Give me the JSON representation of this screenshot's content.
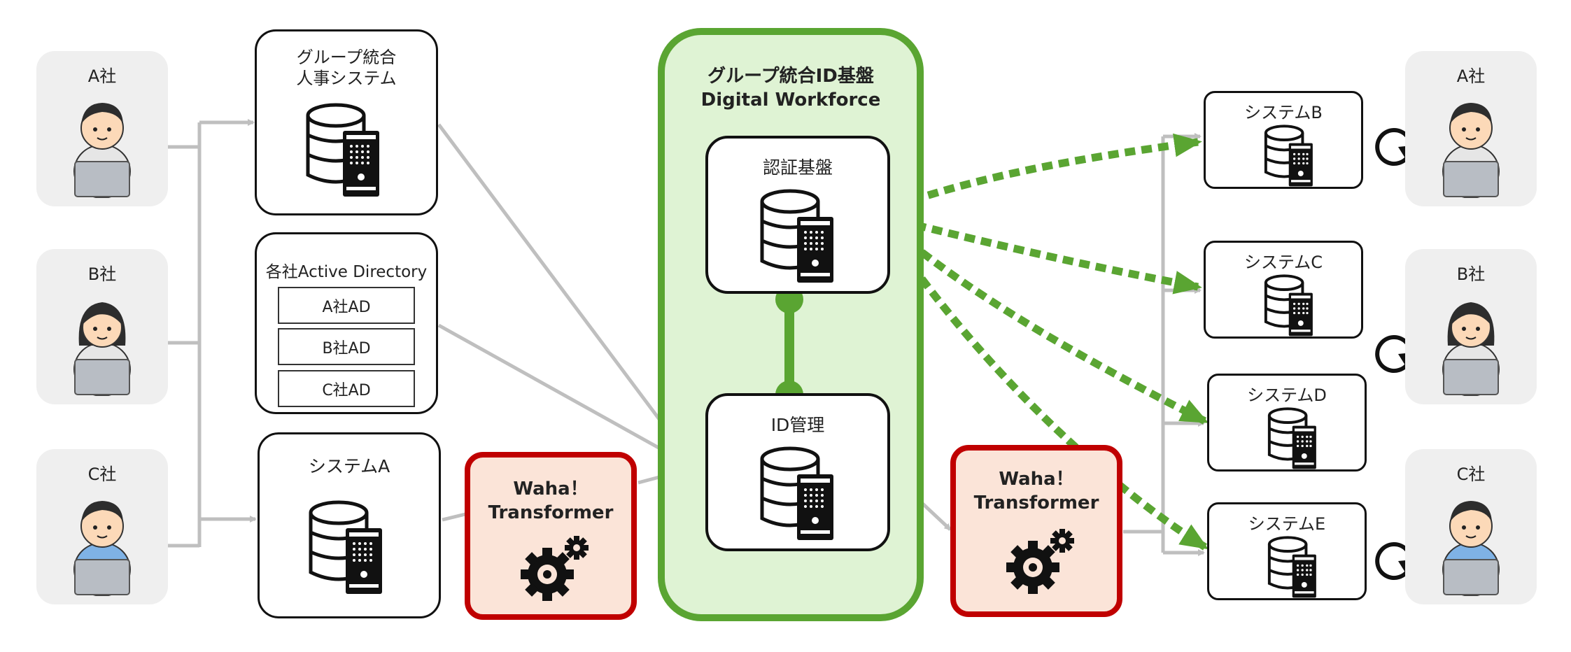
{
  "left_users": [
    {
      "label": "A社",
      "shirt": "#e6e6e6"
    },
    {
      "label": "B社",
      "shirt": "#e6e6e6"
    },
    {
      "label": "C社",
      "shirt": "#7fb2e5"
    }
  ],
  "right_users": [
    {
      "label": "A社",
      "shirt": "#e6e6e6"
    },
    {
      "label": "B社",
      "shirt": "#e6e6e6"
    },
    {
      "label": "C社",
      "shirt": "#7fb2e5"
    }
  ],
  "hr_system": {
    "line1": "グループ統合",
    "line2": "人事システム"
  },
  "ad": {
    "title": "各社Active Directory",
    "rows": [
      "A社AD",
      "B社AD",
      "C社AD"
    ]
  },
  "system_a": {
    "title": "システムA"
  },
  "transformer_left": {
    "line1": "Waha！",
    "line2": "Transformer"
  },
  "transformer_right": {
    "line1": "Waha！",
    "line2": "Transformer"
  },
  "platform": {
    "line1": "グループ統合ID基盤",
    "line2": "Digital Workforce"
  },
  "auth": {
    "title": "認証基盤"
  },
  "idm": {
    "title": "ID管理"
  },
  "target_systems": [
    "システムB",
    "システムC",
    "システムD",
    "システムE"
  ],
  "colors": {
    "green": "#5aa532",
    "red": "#c00000",
    "gray_line": "#bfbfbf",
    "platform_fill": "#dff3d4",
    "transformer_fill": "#fbe4d8"
  }
}
